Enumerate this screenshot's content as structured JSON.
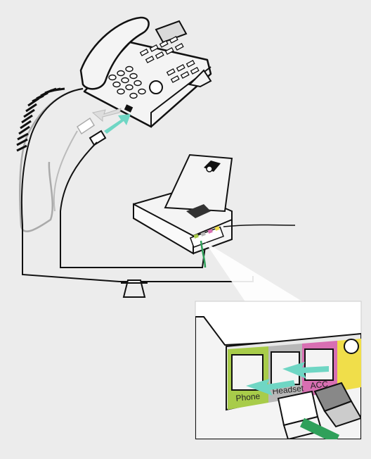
{
  "symbols": {
    "handset_cord_icon": "handset-symbol"
  },
  "colors": {
    "background": "#ececec",
    "arrow": "#6fd6c4",
    "phone_port_band": "#a8cc4a",
    "headset_port_band": "#b8b8b8",
    "acc_port_band": "#d86fb2",
    "extra_port_band": "#f0de4a",
    "green_cable": "#2fa05a"
  },
  "ports": {
    "phone": "Phone",
    "headset": "Headset",
    "acc": "ACC"
  }
}
